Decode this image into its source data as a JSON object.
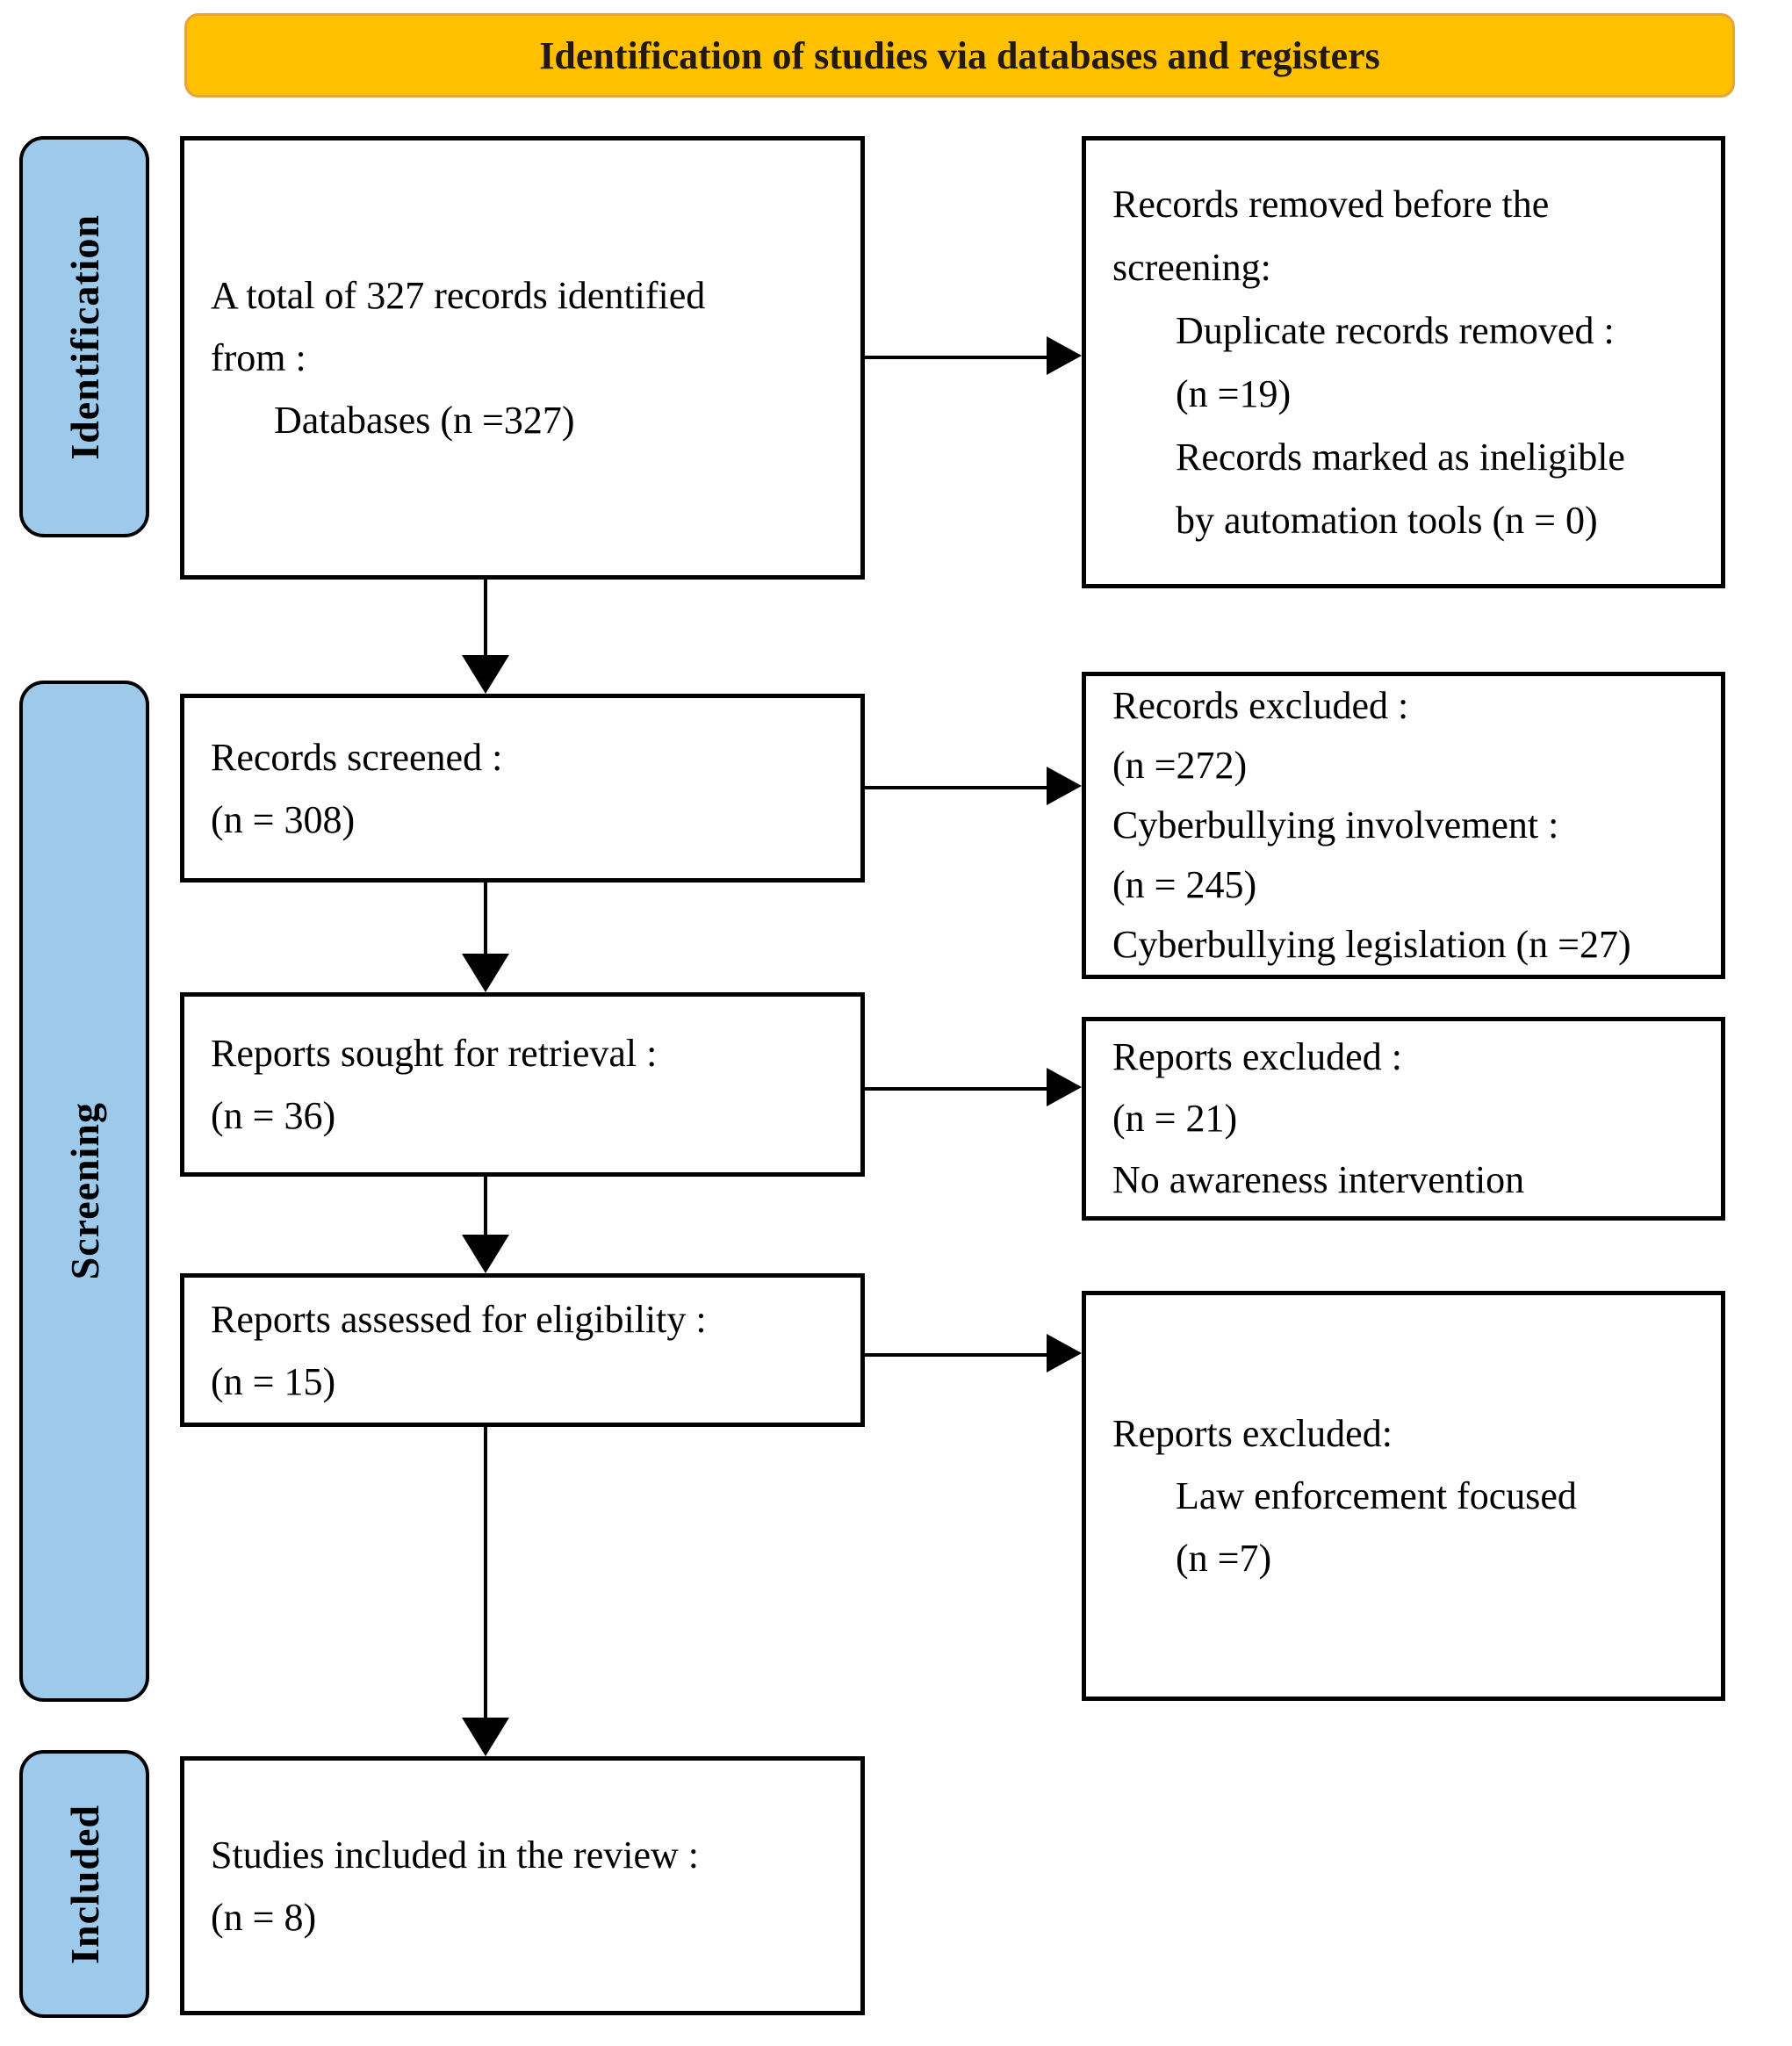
{
  "banner": {
    "label": "Identification of studies via databases and registers"
  },
  "stages": [
    {
      "label": "Identification"
    },
    {
      "label": "Screening"
    },
    {
      "label": "Included"
    }
  ],
  "colors": {
    "banner_fill": "#FFC000",
    "banner_border": "#E8A33C",
    "stage_fill": "#9DC9EA",
    "stage_border": "#000000",
    "box_border": "#000000",
    "arrow": "#000000"
  },
  "boxes": {
    "identified": {
      "lines": [
        "A total of 327 records identified",
        "from :",
        "Databases (n =327)"
      ]
    },
    "records_removed": {
      "lines": [
        "Records removed before the",
        "screening:",
        "Duplicate records removed :",
        "(n =19)",
        "Records marked as ineligible",
        "by automation tools (n = 0)"
      ]
    },
    "records_screened": {
      "lines": [
        "Records screened :",
        "(n = 308)"
      ]
    },
    "records_excluded": {
      "lines": [
        "Records excluded :",
        "(n =272)",
        "Cyberbullying involvement :",
        "(n = 245)",
        "Cyberbullying legislation (n =27)"
      ]
    },
    "reports_sought": {
      "lines": [
        "Reports sought for retrieval :",
        "(n = 36)"
      ]
    },
    "reports_excluded_retrieval": {
      "lines": [
        "Reports excluded :",
        "(n = 21)",
        "No awareness intervention"
      ]
    },
    "reports_assessed": {
      "lines": [
        "Reports assessed for eligibility :",
        "(n = 15)"
      ]
    },
    "reports_excluded_eligibility": {
      "lines": [
        "Reports excluded:",
        "Law enforcement focused",
        "(n =7)"
      ]
    },
    "studies_included": {
      "lines": [
        "Studies included in the review :",
        "(n = 8)"
      ]
    }
  }
}
